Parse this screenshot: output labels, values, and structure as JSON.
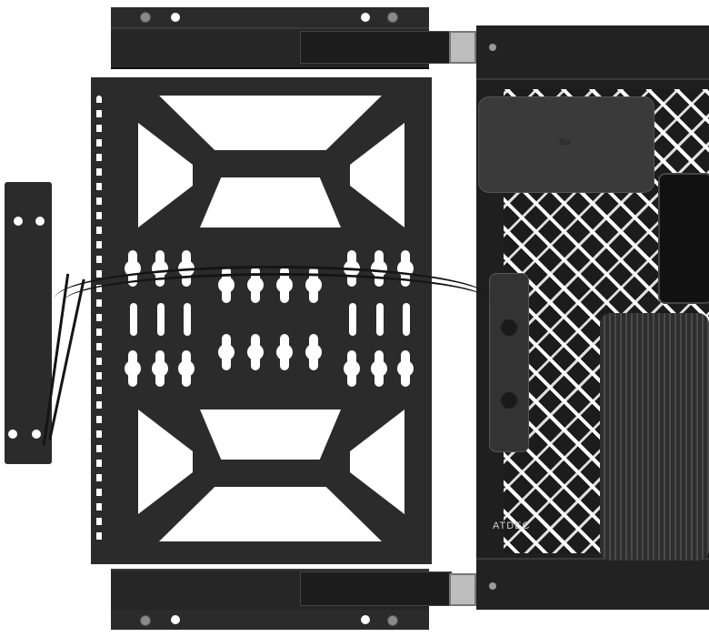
{
  "image": {
    "subject": "Sliding rail mounting bracket with perforated plate and equipment tray",
    "background_color": "#ffffff",
    "metal_color": "#2b2b2b"
  },
  "labels": {
    "brand_mark": "ATDEC",
    "device_logo": "Ba"
  }
}
